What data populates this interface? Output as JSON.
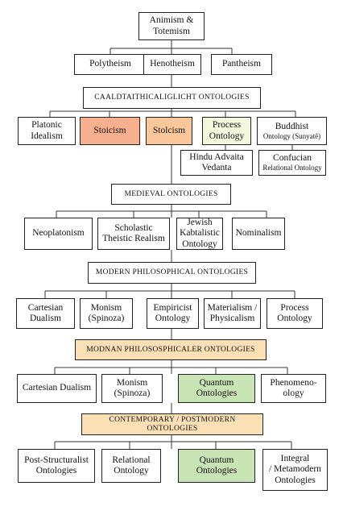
{
  "root": "Animism &\nTotemism",
  "tier1": [
    "Polytheism",
    "Henotheism",
    "Pantheism"
  ],
  "banner1": "CAALDTAITHICALIGLICHT ONTOLOGIES",
  "tier2": {
    "platonic": "Platonic\nIdealism",
    "stoicism": "Stoicism",
    "stolcism": "Stolcism",
    "process": "Process\nOntology",
    "buddhist_title": "Buddhist",
    "buddhist_sub": "Ontology (Sunyatê)",
    "hindu": "Hindu Advaita\nVedanta",
    "confucian_title": "Confucian",
    "confucian_sub": "Relational Ontology"
  },
  "banner2": "MEDIEVAL ONTOLOGIES",
  "tier3": [
    "Neoplatonism",
    "Scholastic\nTheistic Realism",
    "Jewish\nKabtalistic\nOntology",
    "Nominalism"
  ],
  "banner3": "MODERN PHILOSOPHICAL ONTOLOGIES",
  "tier4": [
    "Cartesian\nDualism",
    "Monism\n(Spinoza)",
    "Empiricist\nOntology",
    "Materialism /\nPhysicalism",
    "Process\nOntology"
  ],
  "banner4": "MODNAN PHILOSOSPHICALER ONTOLOGIES",
  "tier5": [
    "Cartesian Dualism",
    "Monism\n(Spinoza)",
    "Quantum\nOntologies",
    "Phenomeno-\nology"
  ],
  "banner5": "CONTEMPORARY / POSTMODERN ONTOLOGIES",
  "tier6": [
    "Post-Structuralist\nOntologies",
    "Relational\nOntology",
    "Quantum\nOntologies",
    "Integral\n/ Metamodern\nOntologies"
  ],
  "colors": {
    "stoicism": "#f6b08f",
    "stolcism": "#f9c79a",
    "banner_highlight": "#fbe0b6",
    "quantum": "#c8e4b4",
    "process": "#f2f7de"
  }
}
